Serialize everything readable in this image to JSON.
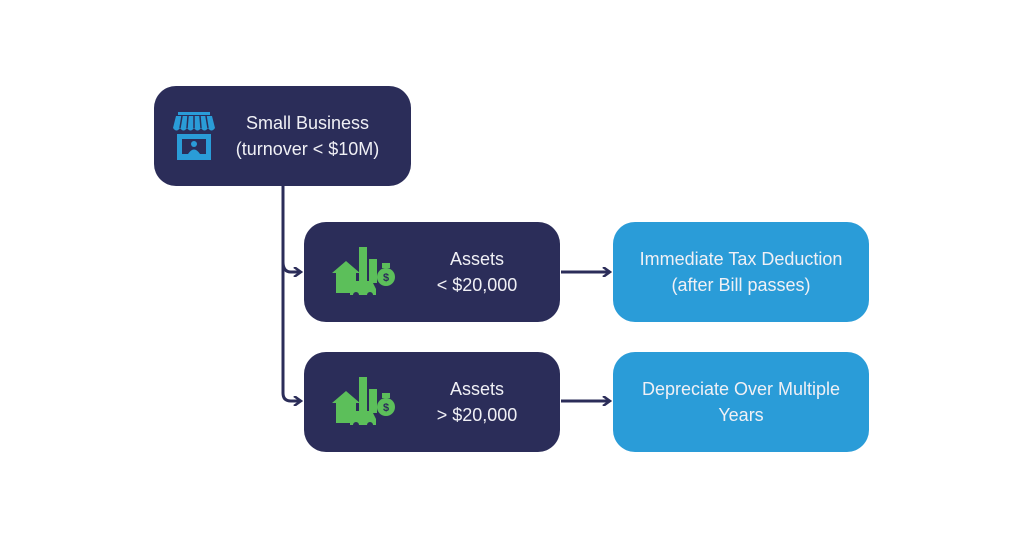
{
  "colors": {
    "dark": "#2b2d59",
    "blue": "#2a9cd8",
    "green": "#5cbf5a",
    "connector": "#2b2d59"
  },
  "root": {
    "line1": "Small Business",
    "line2": "(turnover < $10M)",
    "icon": "storefront-icon"
  },
  "branches": [
    {
      "asset": {
        "line1": "Assets",
        "line2": "< $20,000",
        "icon": "assets-icon"
      },
      "outcome": {
        "line1": "Immediate Tax Deduction",
        "line2": "(after Bill passes)"
      }
    },
    {
      "asset": {
        "line1": "Assets",
        "line2": "> $20,000",
        "icon": "assets-icon"
      },
      "outcome": {
        "line1": "Depreciate Over Multiple",
        "line2": "Years"
      }
    }
  ]
}
